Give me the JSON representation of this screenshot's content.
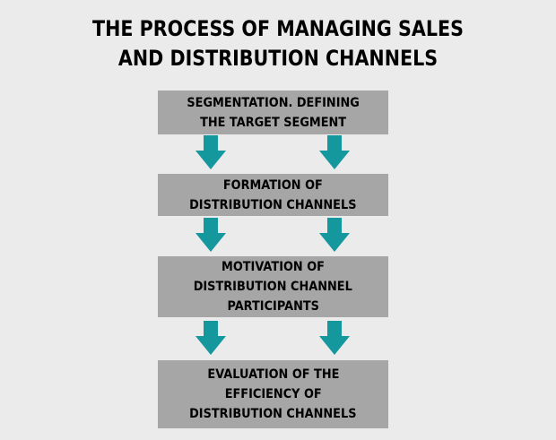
{
  "title": {
    "line1": "THE PROCESS OF MANAGING SALES",
    "line2": "AND DISTRIBUTION CHANNELS"
  },
  "steps": [
    {
      "lines": [
        "SEGMENTATION. DEFINING",
        "THE TARGET SEGMENT"
      ]
    },
    {
      "lines": [
        "FORMATION OF",
        "DISTRIBUTION CHANNELS"
      ]
    },
    {
      "lines": [
        "MOTIVATION OF",
        "DISTRIBUTION CHANNEL",
        "PARTICIPANTS"
      ]
    },
    {
      "lines": [
        "EVALUATION OF THE",
        "EFFICIENCY OF",
        "DISTRIBUTION CHANNELS"
      ]
    }
  ],
  "colors": {
    "background": "#ebebeb",
    "box": "#a6a6a6",
    "arrow": "#14979d",
    "text": "#000000"
  },
  "icons": {
    "arrow": "arrow-down-icon"
  }
}
